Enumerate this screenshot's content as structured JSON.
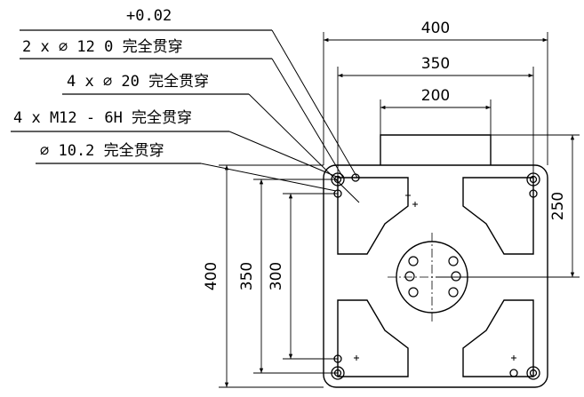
{
  "callouts": {
    "tolerance": "+0.02",
    "hole_a": "2 x ∅ 12  0  完全贯穿",
    "hole_b": "4 x ∅ 20 完全贯穿",
    "hole_c": "4 x M12 - 6H 完全贯穿",
    "hole_d": "∅ 10.2 完全贯穿"
  },
  "dimensions": {
    "top_width_outer": "400",
    "top_width_mid": "350",
    "top_width_boss": "200",
    "right_height": "250",
    "left_height_outer": "400",
    "left_height_mid": "350",
    "left_height_inner": "300"
  }
}
